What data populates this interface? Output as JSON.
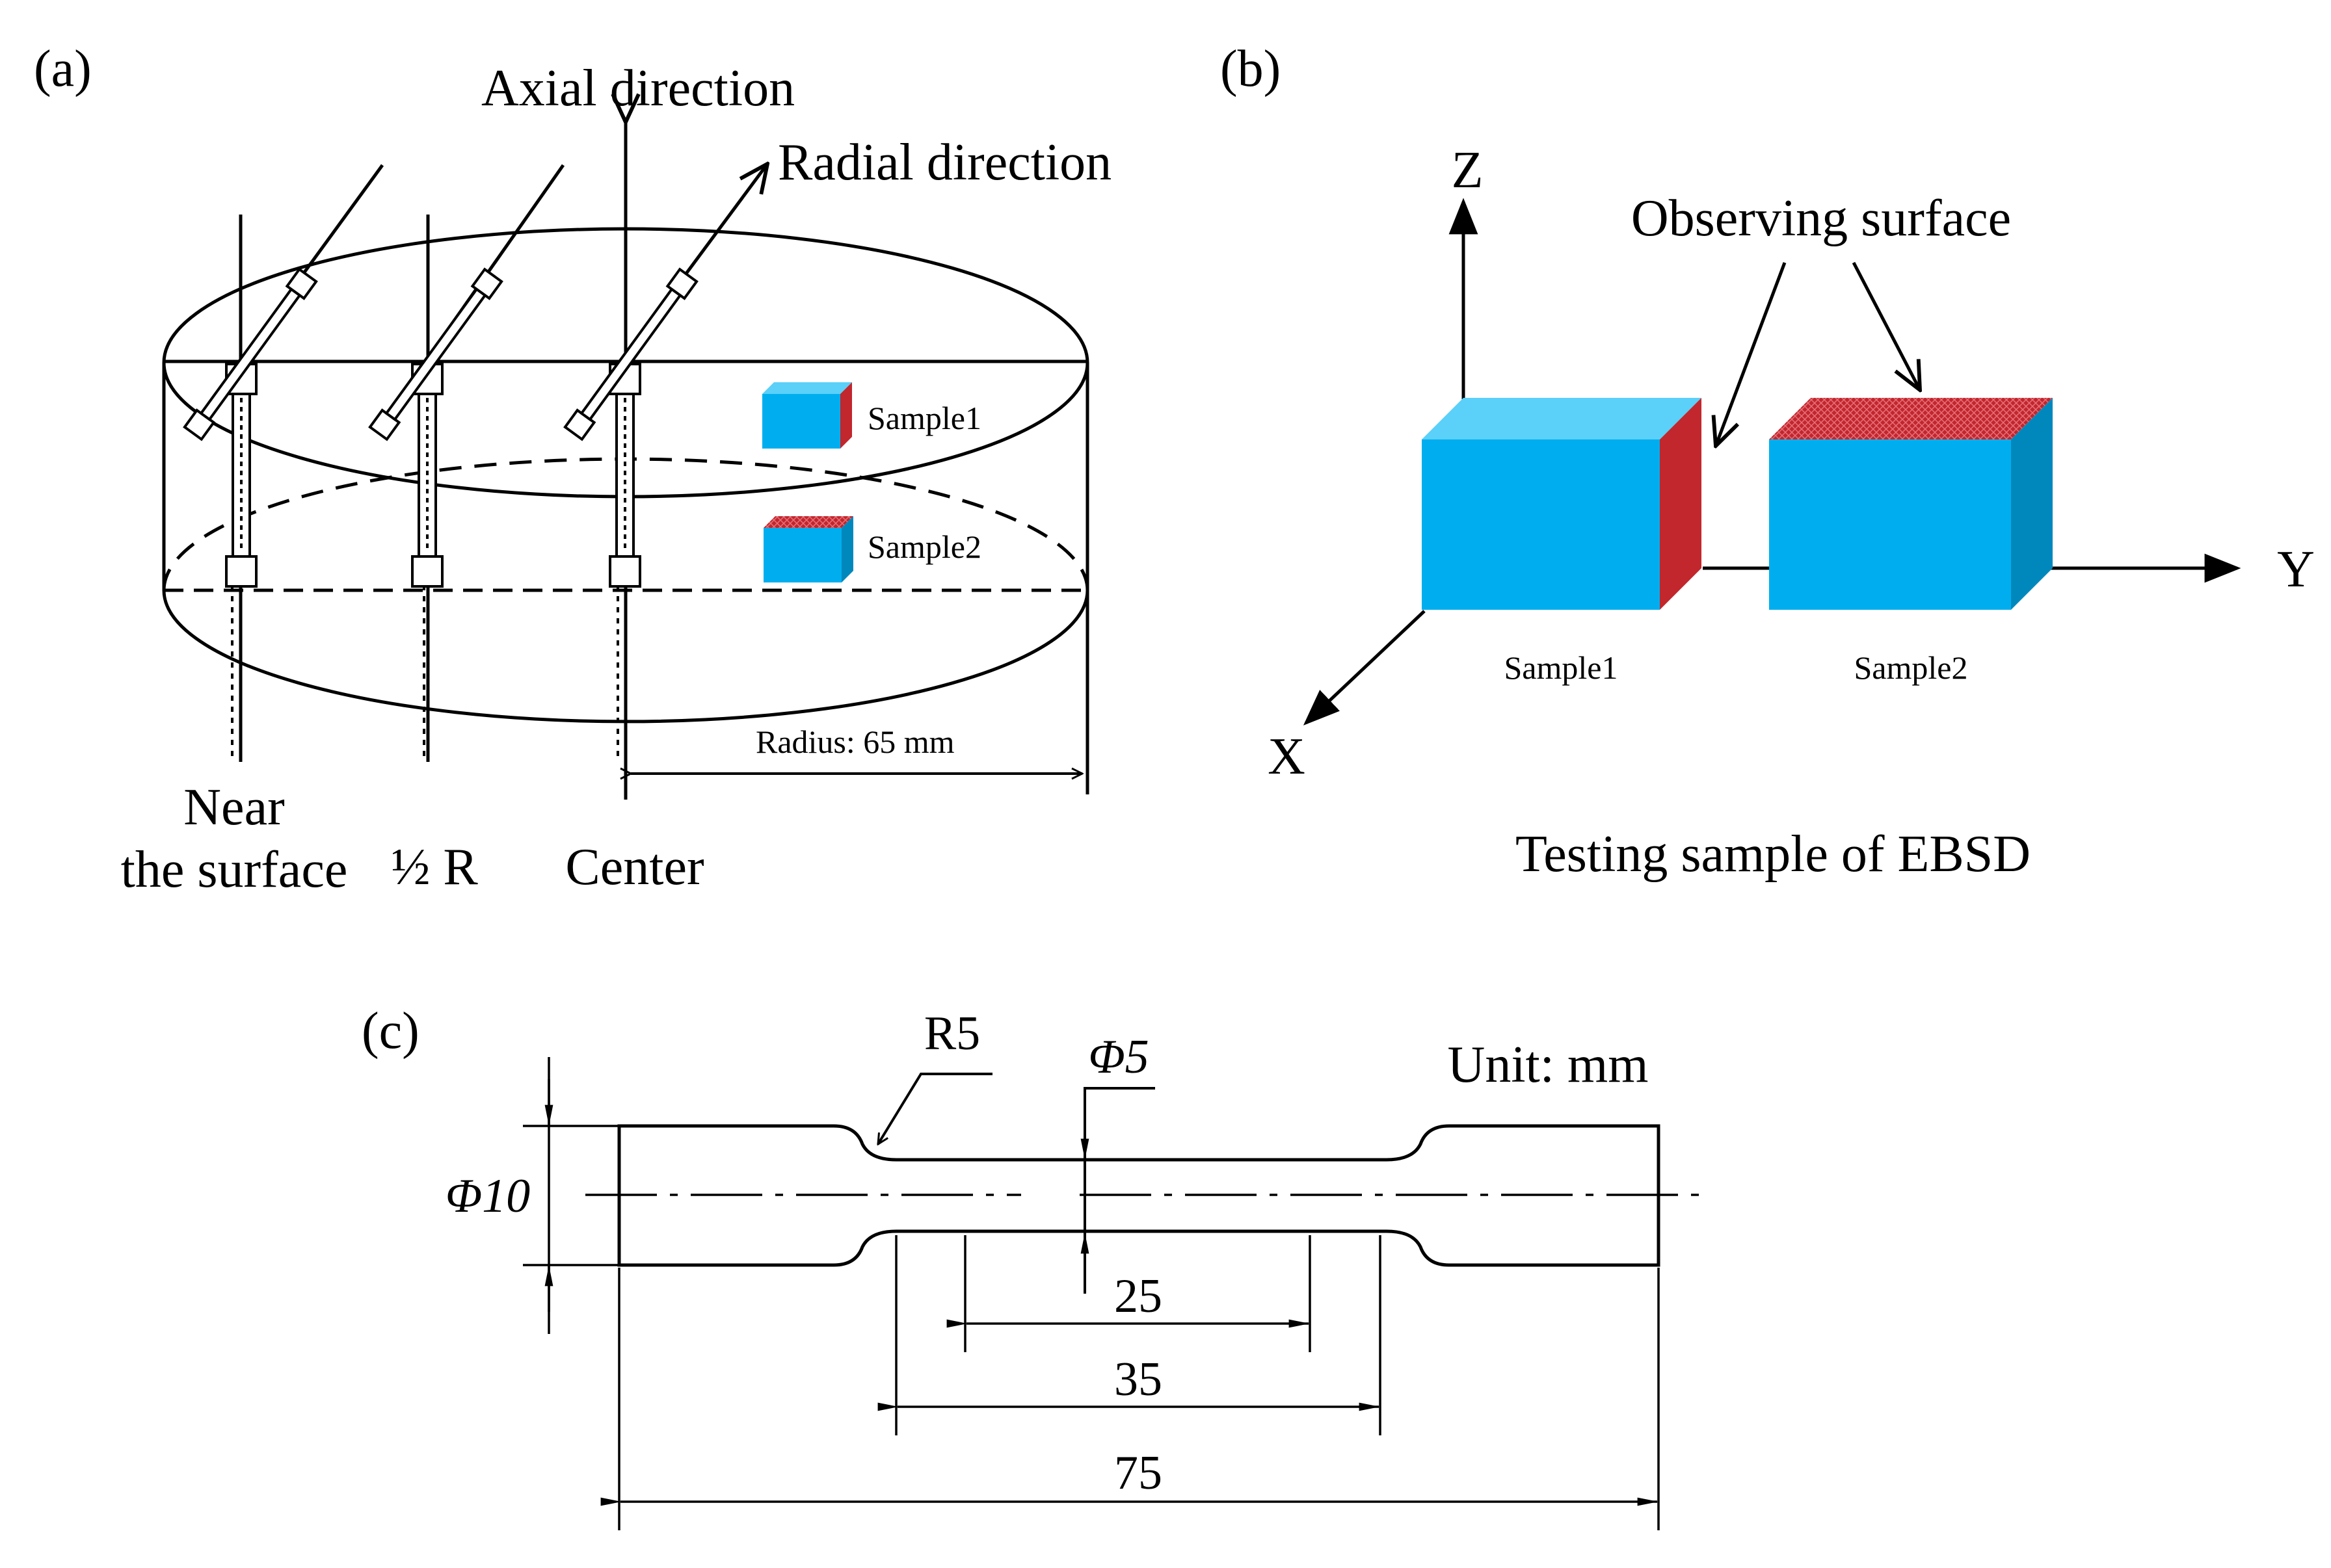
{
  "panel_a": {
    "tag": "(a)",
    "axial_label": "Axial direction",
    "radial_label": "Radial direction",
    "sample1_label": "Sample1",
    "sample2_label": "Sample2",
    "radius_label": "Radius: 65 mm",
    "pos_near_line1": "Near",
    "pos_near_line2": "the surface",
    "pos_half": "½ R",
    "pos_center": "Center"
  },
  "panel_b": {
    "tag": "(b)",
    "axis_z": "Z",
    "axis_y": "Y",
    "axis_x": "X",
    "observing_label": "Observing surface",
    "sample1_label": "Sample1",
    "sample2_label": "Sample2",
    "caption": "Testing sample of EBSD"
  },
  "panel_c": {
    "tag": "(c)",
    "r5": "R5",
    "phi5": "Φ5",
    "phi10": "Φ10",
    "unit": "Unit: mm",
    "dim_25": "25",
    "dim_35": "35",
    "dim_75": "75"
  },
  "colors": {
    "sample_front": "#00aeef",
    "sample_top": "#5bd0f8",
    "sample_side_dark": "#0088bd",
    "observing_red": "#c1272d"
  }
}
